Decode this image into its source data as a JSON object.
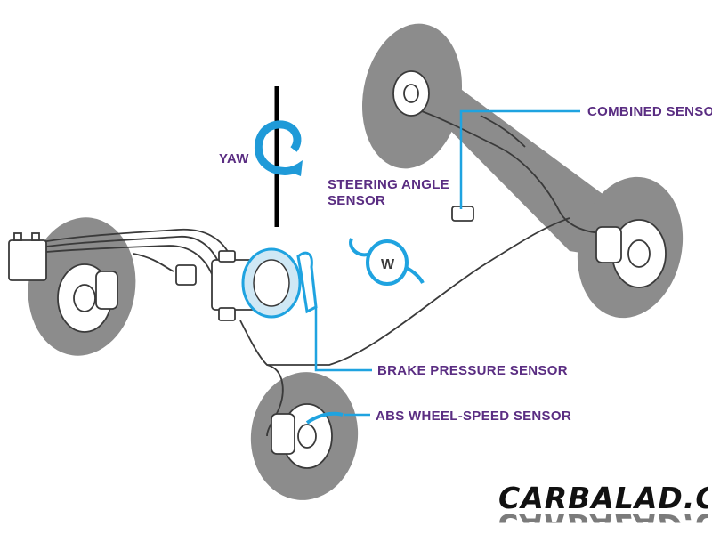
{
  "colors": {
    "label_text": "#5a2d82",
    "callout_line": "#1fa3e0",
    "axle_shadow": "#8c8c8c",
    "wheel_shadow": "#8c8c8c",
    "brake_line": "#3a3a3a",
    "yaw_arrow": "#1f9ad8",
    "yaw_axis": "#000000"
  },
  "labels": {
    "yaw": "YAW",
    "steering_angle_line1": "STEERING ANGLE",
    "steering_angle_line2": "SENSOR",
    "combined_sensor": "COMBINED SENSOR",
    "brake_pressure_sensor": "BRAKE PRESSURE SENSOR",
    "abs_wheel_speed_sensor": "ABS WHEEL-SPEED SENSOR"
  },
  "logo": {
    "text": "CARBALAD.COM"
  },
  "icons": {
    "yaw": "rotation-arrow-icon"
  }
}
